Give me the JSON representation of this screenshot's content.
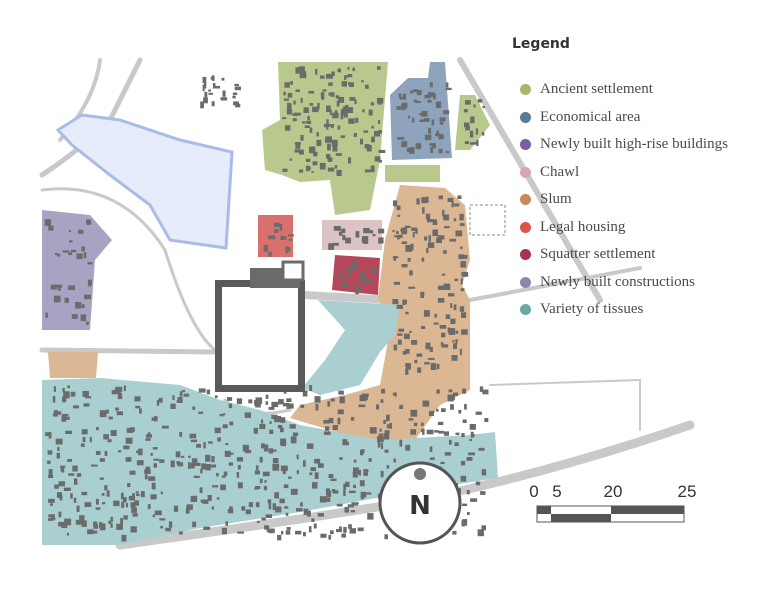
{
  "legend": {
    "title": "Legend",
    "items": [
      {
        "label": "Ancient settlement",
        "color": "#a3b86c"
      },
      {
        "label": "Economical area",
        "color": "#5b7c99"
      },
      {
        "label": "Newly built high-rise buildings",
        "color": "#7b5ea7"
      },
      {
        "label": "Chawl",
        "color": "#d8a7b1"
      },
      {
        "label": "Slum",
        "color": "#c8895a"
      },
      {
        "label": "Legal housing",
        "color": "#d9534f"
      },
      {
        "label": "Squatter settlement",
        "color": "#a8344a"
      },
      {
        "label": "Newly built constructions",
        "color": "#8c87ad"
      },
      {
        "label": "Variety of tissues",
        "color": "#6aa8a8"
      }
    ]
  },
  "compass": {
    "label": "N",
    "icon": "north-arrow-icon"
  },
  "scale_bar": {
    "ticks": [
      "0",
      "5",
      "20",
      "25"
    ]
  },
  "map_colors": {
    "ancient": "#b9c98d",
    "economical": "#8ea4bd",
    "slum": "#dcb793",
    "chawl": "#dcc4c4",
    "legal": "#d9706d",
    "squatter": "#b4485a",
    "newly_built": "#a8a3c2",
    "variety": "#a9cfd0",
    "lake": "#e7ecfb",
    "lake_edge": "#a9bce8",
    "road": "#c9c9c9",
    "building": "#6b6b6b"
  }
}
